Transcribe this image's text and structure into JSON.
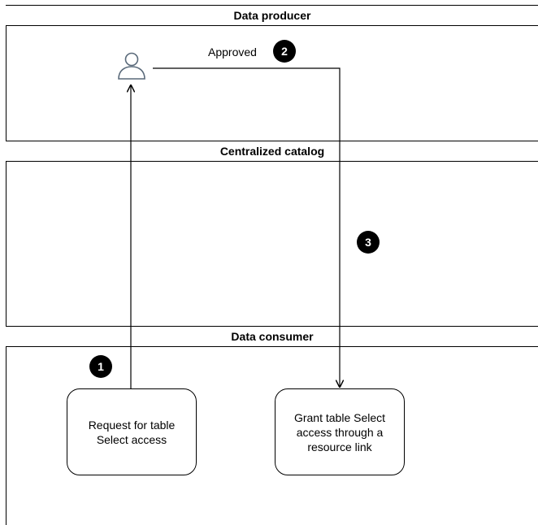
{
  "lanes": {
    "producer": "Data producer",
    "catalog": "Centralized catalog",
    "consumer": "Data consumer"
  },
  "approval_label": "Approved",
  "steps": {
    "one": "1",
    "two": "2",
    "three": "3"
  },
  "boxes": {
    "request": "Request for table Select access",
    "grant": "Grant table Select access through a resource link"
  },
  "icons": {
    "actor": "user-icon"
  }
}
